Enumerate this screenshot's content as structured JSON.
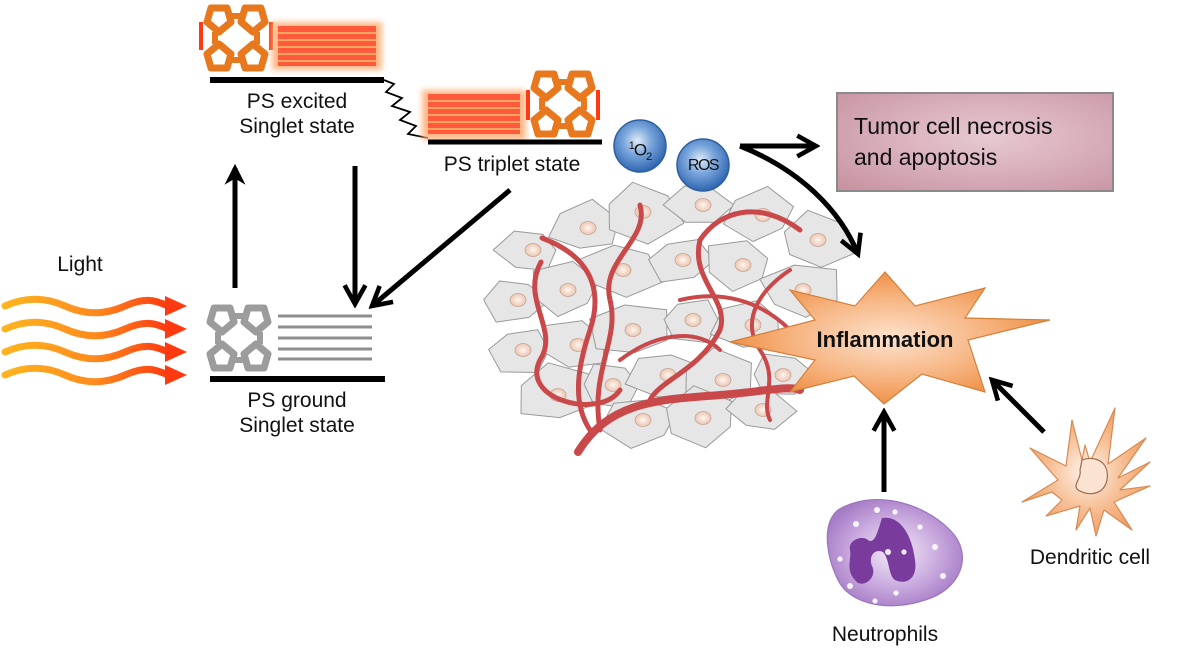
{
  "title": "Photodynamic therapy mechanism: PS excitation, ROS generation and immune inflammation",
  "energy_levels": {
    "excited_singlet": {
      "line1": "PS excited",
      "line2": "Singlet state"
    },
    "triplet": {
      "label": "PS triplet state"
    },
    "ground_singlet": {
      "line1": "PS ground",
      "line2": "Singlet state"
    }
  },
  "light": {
    "label": "Light",
    "wave_count": 4
  },
  "species": {
    "singlet_oxygen": {
      "superscript": "1",
      "base": "O",
      "subscript": "2"
    },
    "ros": {
      "label": "ROS"
    }
  },
  "outcome_box": {
    "line1": "Tumor cell necrosis",
    "line2": "and apoptosis"
  },
  "inflammation": {
    "label": "Inflammation"
  },
  "immune_cells": {
    "neutrophils": {
      "label": "Neutrophils"
    },
    "dendritic": {
      "label": "Dendritic cell"
    }
  },
  "colors": {
    "arrow": "#000000",
    "ps_excited": "#e8781e",
    "ps_ground": "#9a9a9a",
    "glow_bars": "#ff5a3c",
    "sphere": "#3d79c2",
    "vessel": "#c9484a",
    "tumor_cell": "#e6e6e6",
    "nucleus": "#f0d4c4",
    "inflammation": "#f2a062",
    "neutrophil": "#c7a6dc",
    "neutrophil_nucleus": "#7a3c9c",
    "dendritic": "#f4b07c",
    "outcome_box": "#d9b0bc"
  }
}
